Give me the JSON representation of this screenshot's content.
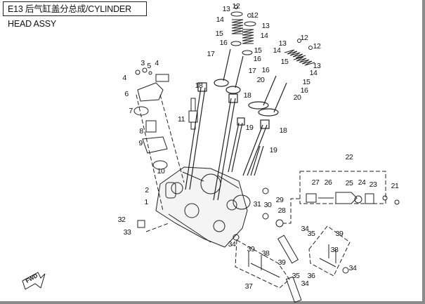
{
  "title": "E13 后气缸盖分总成/CYLINDER HEAD ASSY",
  "fwd_label": "FWD",
  "callouts": [
    "12",
    "13",
    "12",
    "14",
    "13",
    "14",
    "15",
    "16",
    "15",
    "16",
    "17",
    "17",
    "12",
    "13",
    "12",
    "14",
    "13",
    "15",
    "14",
    "16",
    "15",
    "20",
    "16",
    "20",
    "18",
    "18",
    "18",
    "19",
    "19",
    "11",
    "3",
    "5",
    "4",
    "4",
    "6",
    "7",
    "8",
    "9",
    "10",
    "2",
    "1",
    "32",
    "33",
    "22",
    "27",
    "26",
    "25",
    "24",
    "23",
    "21",
    "29",
    "30",
    "31",
    "28",
    "34",
    "34",
    "35",
    "39",
    "38",
    "39",
    "38",
    "39",
    "37",
    "36",
    "34",
    "35",
    "34"
  ]
}
